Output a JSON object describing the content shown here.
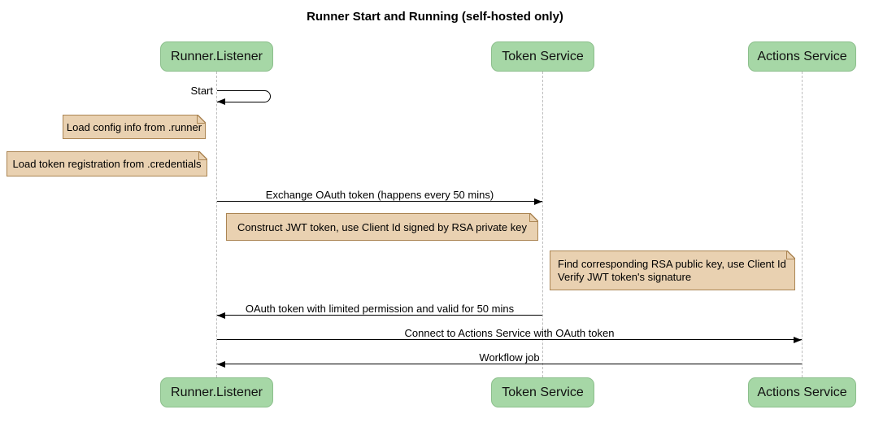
{
  "diagram": {
    "title": "Runner Start and Running (self-hosted only)",
    "type": "sequence-diagram"
  },
  "participants": [
    {
      "name": "Runner.Listener"
    },
    {
      "name": "Token Service"
    },
    {
      "name": "Actions Service"
    }
  ],
  "messages": [
    {
      "label": "Start",
      "from": "Runner.Listener",
      "to": "Runner.Listener",
      "kind": "self"
    },
    {
      "label": "Exchange OAuth token (happens every 50 mins)",
      "from": "Runner.Listener",
      "to": "Token Service",
      "kind": "solid-arrow"
    },
    {
      "label": "OAuth token with limited permission and valid for 50 mins",
      "from": "Token Service",
      "to": "Runner.Listener",
      "kind": "solid-arrow"
    },
    {
      "label": "Connect to Actions Service with OAuth token",
      "from": "Runner.Listener",
      "to": "Actions Service",
      "kind": "solid-arrow"
    },
    {
      "label": "Workflow job",
      "from": "Actions Service",
      "to": "Runner.Listener",
      "kind": "solid-arrow"
    }
  ],
  "notes": [
    {
      "text": "Load config info from .runner",
      "position": "left of Runner.Listener"
    },
    {
      "text": "Load token registration from .credentials",
      "position": "left of Runner.Listener"
    },
    {
      "text": "Construct JWT token, use Client Id signed by RSA private key",
      "position": "between Runner.Listener and Token Service"
    },
    {
      "lines": [
        "Find corresponding RSA public key, use Client Id",
        "Verify JWT token's signature"
      ],
      "position": "left of Actions Service"
    }
  ],
  "colors": {
    "background": "#ffffff",
    "participant_fill": "#a6d7a6",
    "participant_border": "#8cbf8c",
    "note_fill": "#e9d1b1",
    "note_border": "#ab8553",
    "lifeline": "#bdbdbd",
    "arrow": "#000000",
    "text": "#000000"
  }
}
